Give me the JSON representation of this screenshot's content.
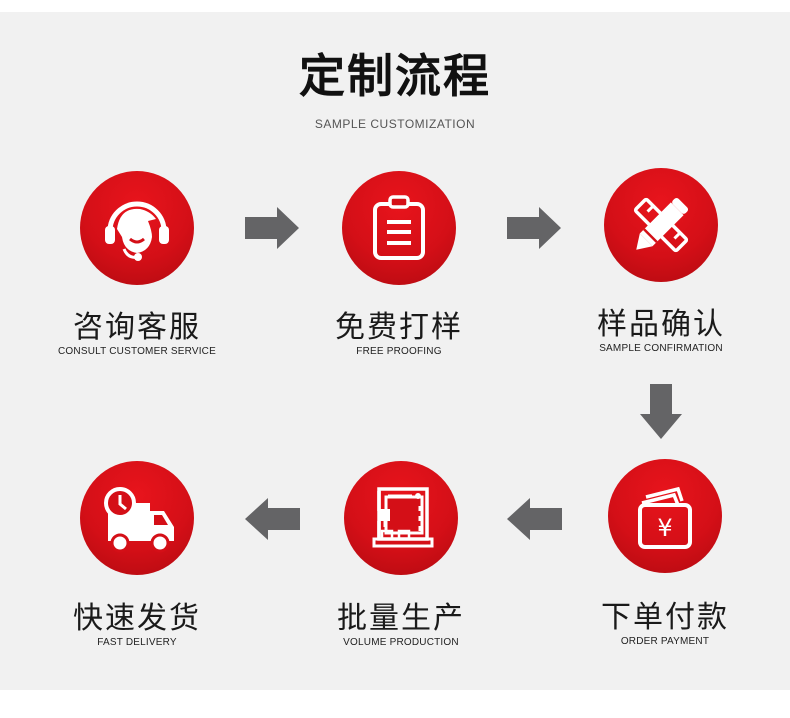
{
  "header": {
    "title": "定制流程",
    "subtitle": "SAMPLE CUSTOMIZATION"
  },
  "colors": {
    "background": "#f1f1f1",
    "accent_red": "#d40f17",
    "arrow_gray": "#646466"
  },
  "steps": [
    {
      "cn": "咨询客服",
      "en": "CONSULT CUSTOMER SERVICE",
      "icon": "headset-agent-icon"
    },
    {
      "cn": "免费打样",
      "en": "FREE PROOFING",
      "icon": "clipboard-icon"
    },
    {
      "cn": "样品确认",
      "en": "SAMPLE CONFIRMATION",
      "icon": "pencil-ruler-icon"
    },
    {
      "cn": "下单付款",
      "en": "ORDER PAYMENT",
      "icon": "wallet-yuan-icon"
    },
    {
      "cn": "批量生产",
      "en": "VOLUME PRODUCTION",
      "icon": "machine-icon"
    },
    {
      "cn": "快速发货",
      "en": "FAST DELIVERY",
      "icon": "delivery-truck-icon"
    }
  ],
  "arrows": [
    "right",
    "right",
    "down",
    "left",
    "left"
  ]
}
